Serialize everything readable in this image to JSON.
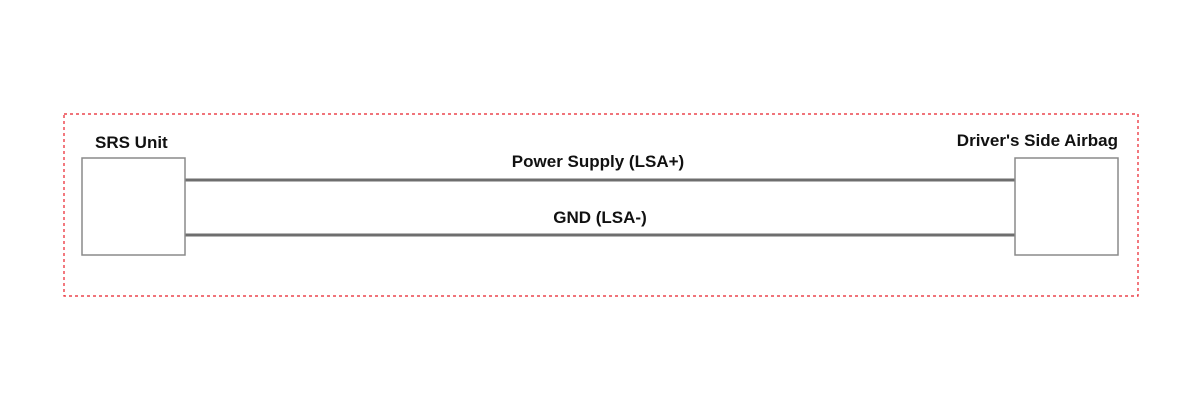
{
  "diagram": {
    "components": {
      "left": {
        "label": "SRS Unit"
      },
      "right": {
        "label": "Driver's Side Airbag"
      }
    },
    "wires": [
      {
        "label": "Power Supply (LSA+)"
      },
      {
        "label": "GND (LSA-)"
      }
    ],
    "colors": {
      "boundary": "#e8202a",
      "box_stroke": "#8a8a8a",
      "wire": "#6e6e6e",
      "text": "#111111"
    }
  }
}
